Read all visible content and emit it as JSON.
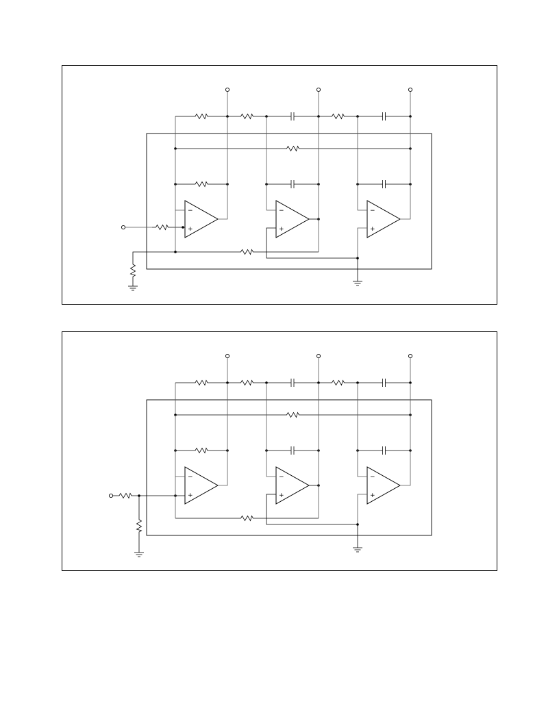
{
  "figures": [
    {
      "id": "fig1",
      "variant": "input-resistor-at-noninverting-node",
      "amplifier_count": 3,
      "terminal_count": 4,
      "ground_count": 2
    },
    {
      "id": "fig2",
      "variant": "input-divider-before-noninverting-node",
      "amplifier_count": 3,
      "terminal_count": 4,
      "ground_count": 2
    }
  ],
  "symbols": {
    "inverting_input": "−",
    "noninverting_input": "+"
  },
  "icons": {
    "resistor": "resistor-icon",
    "capacitor": "capacitor-icon",
    "ground": "ground-icon",
    "terminal": "terminal-icon",
    "op_amp": "op-amp-icon"
  },
  "colors": {
    "line": "#000000",
    "background": "#ffffff"
  }
}
